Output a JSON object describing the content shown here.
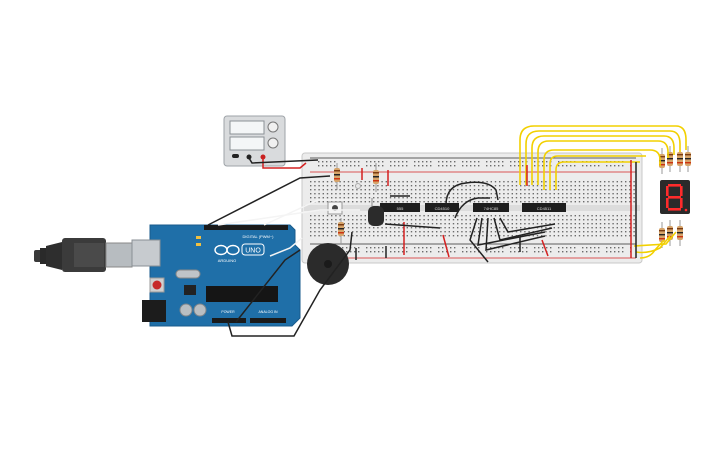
{
  "arduino": {
    "logo_text": "UNO",
    "brand_text": "ARDUINO",
    "header_label": "DIGITAL (PWM~)",
    "power_label": "POWER",
    "analog_label": "ANALOG IN"
  },
  "chips": {
    "chip1": "555",
    "chip2": "CD4510",
    "chip3": "74HC85",
    "chip4": "CD4511"
  },
  "seven_segment": {
    "digit": "8"
  },
  "colors": {
    "arduino_board": "#1f6fa8",
    "breadboard": "#ececec",
    "wire_yellow": "#f2d000",
    "wire_red": "#d42020",
    "wire_black": "#222222",
    "wire_white": "#f4f4f4",
    "seven_seg_body": "#2a2a2a",
    "seven_seg_on": "#ff2b2b"
  }
}
